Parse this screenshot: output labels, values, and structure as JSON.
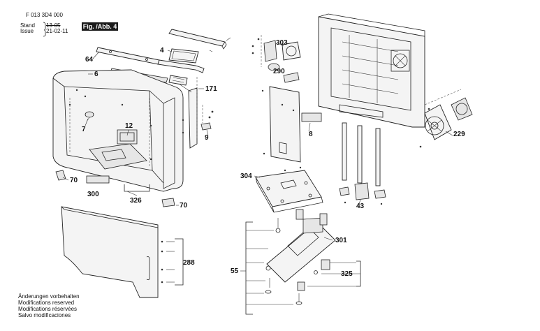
{
  "header": {
    "doc_number": "F 013 3D4 000",
    "stand_label": "Stand",
    "stand_value": "13-05",
    "issue_label": "Issue",
    "issue_value": "21-02-11",
    "figure": "Fig. /Abb. 4"
  },
  "footer_notes": [
    "Änderungen vorbehalten",
    "Modifications reserved",
    "Modifications réservées",
    "Salvo modificaciones"
  ],
  "callouts": {
    "c4": "4",
    "c64": "64",
    "c6": "6",
    "c171": "171",
    "c7": "7",
    "c12": "12",
    "c9": "9",
    "c70a": "70",
    "c300": "300",
    "c326": "326",
    "c70b": "70",
    "c288": "288",
    "c303": "303",
    "c290": "290",
    "c8": "8",
    "c229": "229",
    "c304": "304",
    "c43": "43",
    "c301": "301",
    "c55": "55",
    "c325": "325"
  }
}
